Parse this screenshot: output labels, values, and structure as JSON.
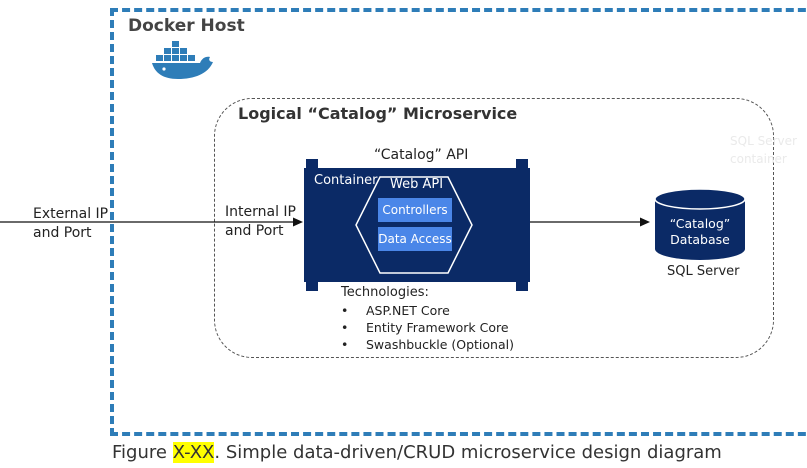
{
  "docker_host": {
    "title": "Docker Host",
    "border_color": "#2e7db8",
    "icon": "docker-whale-icon"
  },
  "microservice": {
    "title": "Logical “Catalog” Microservice",
    "faint_text": [
      "SQL Server",
      "container"
    ]
  },
  "api": {
    "title": "“Catalog” API",
    "container_label": "Container",
    "web_api_label": "Web API",
    "layers": [
      "Controllers",
      "Data Access"
    ],
    "container_color": "#0b2a66",
    "layer_color": "#4a86e8"
  },
  "external": {
    "line1": "External IP",
    "line2": "and Port"
  },
  "internal": {
    "line1": "Internal IP",
    "line2": "and Port"
  },
  "database": {
    "line1": "“Catalog”",
    "line2": "Database",
    "server_label": "SQL Server",
    "color": "#0b2a66"
  },
  "technologies": {
    "title": "Technologies:",
    "items": [
      "ASP.NET Core",
      "Entity Framework Core",
      "Swashbuckle (Optional)"
    ],
    "bullet": "•"
  },
  "caption": {
    "prefix": "Figure ",
    "highlight": "X-XX",
    "text": ". Simple data-driven/CRUD microservice design diagram"
  }
}
